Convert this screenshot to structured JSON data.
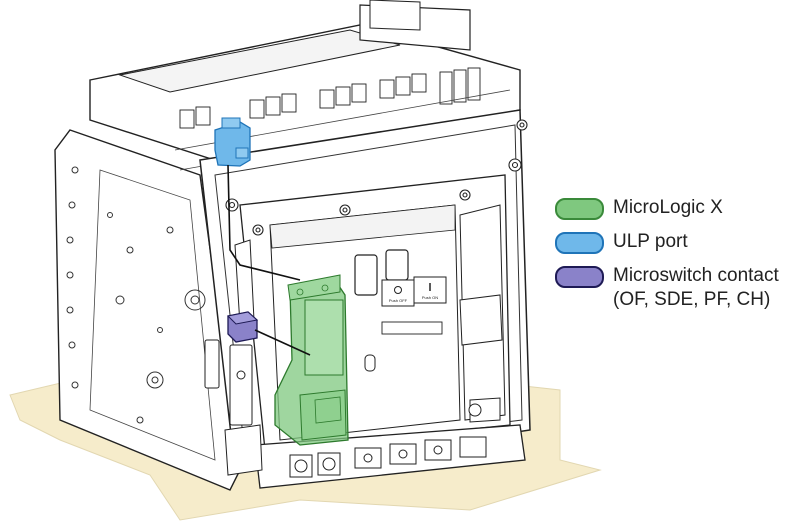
{
  "legend": {
    "items": [
      {
        "label": "MicroLogic X",
        "fill": "#7fc87f",
        "stroke": "#3a8a3a"
      },
      {
        "label": "ULP port",
        "fill": "#6fb8ea",
        "stroke": "#1f74b8"
      },
      {
        "label": "Microswitch contact",
        "sublabel": "(OF, SDE, PF, CH)",
        "fill": "#8a82c9",
        "stroke": "#1e1a55"
      }
    ]
  },
  "front_panel": {
    "push_off": "Push OFF",
    "push_on": "Push ON"
  },
  "colors": {
    "floor": "#f6eccb",
    "line": "#222222",
    "body": "#ffffff",
    "body_shadow": "#eeeeee"
  }
}
